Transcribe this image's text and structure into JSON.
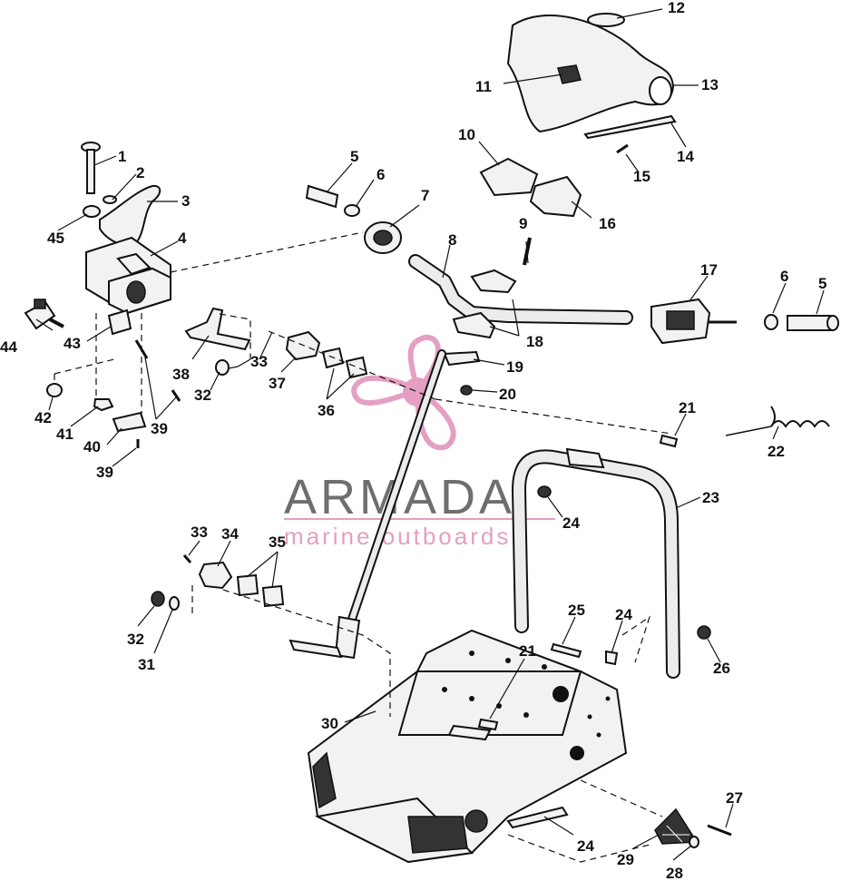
{
  "watermark": {
    "brand": "ARMADA",
    "tagline": "marine outboards",
    "colors": {
      "text": "#555555",
      "accent": "#e08fb8"
    }
  },
  "labels": [
    "1",
    "2",
    "3",
    "4",
    "5",
    "6",
    "7",
    "8",
    "9",
    "10",
    "11",
    "12",
    "13",
    "14",
    "15",
    "16",
    "17",
    "6",
    "5",
    "18",
    "19",
    "20",
    "21",
    "22",
    "23",
    "24",
    "25",
    "24",
    "26",
    "27",
    "28",
    "29",
    "24",
    "30",
    "21",
    "31",
    "32",
    "33",
    "34",
    "35",
    "36",
    "37",
    "38",
    "33",
    "32",
    "39",
    "39",
    "40",
    "41",
    "42",
    "43",
    "44",
    "45"
  ]
}
